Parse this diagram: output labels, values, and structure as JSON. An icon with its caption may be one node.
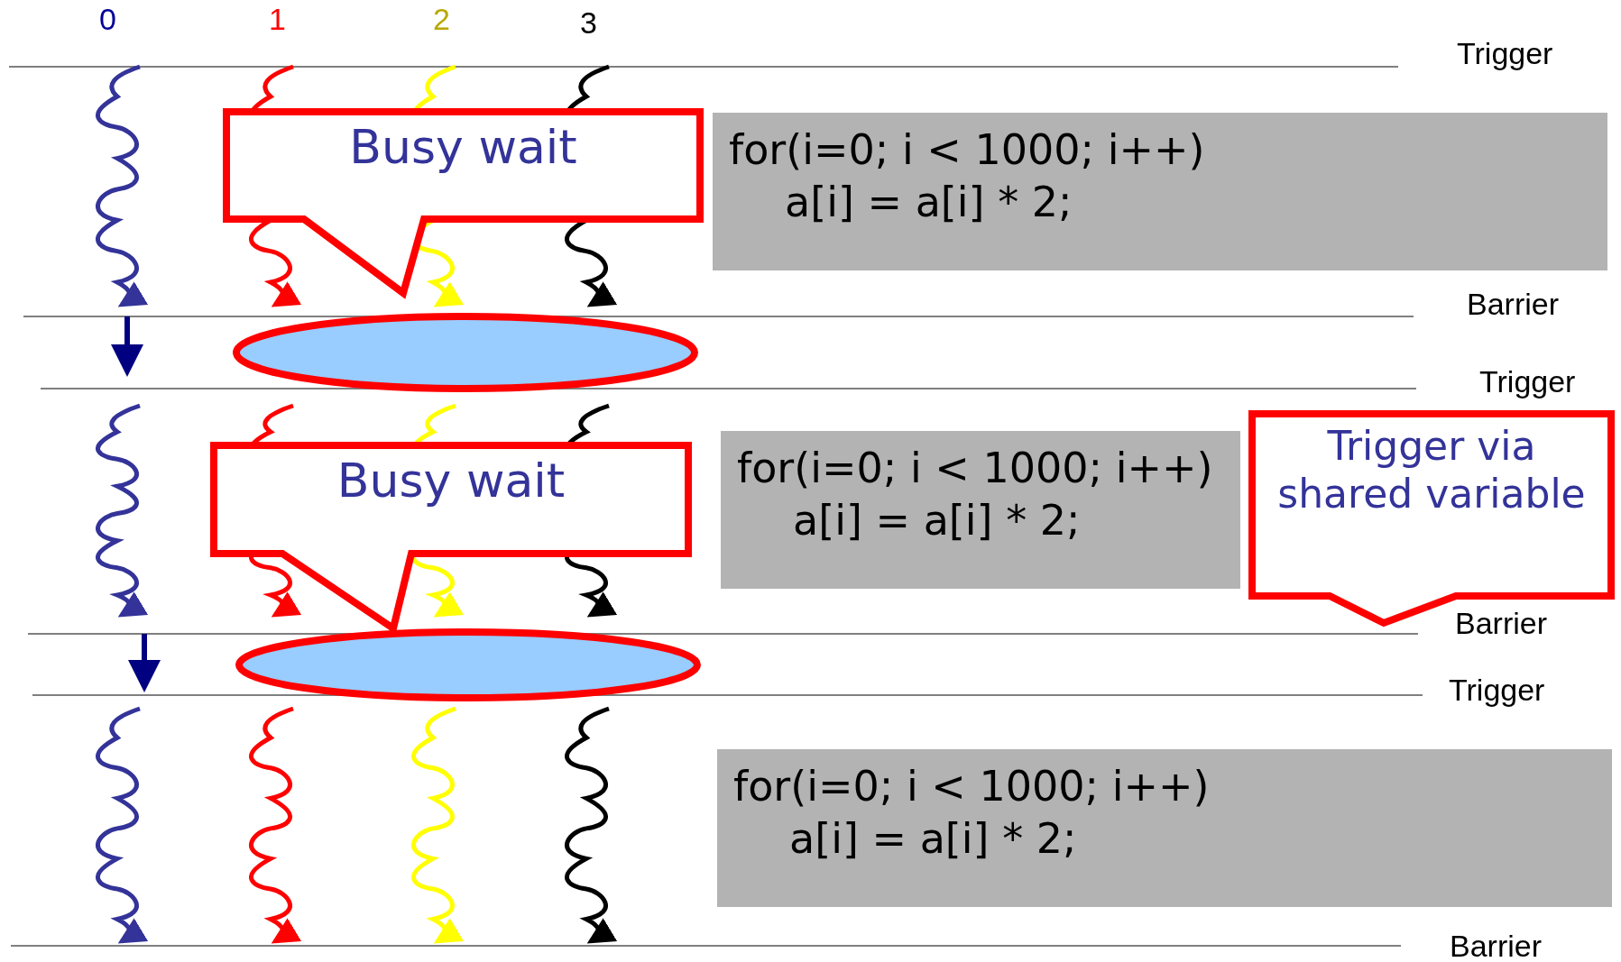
{
  "diagram": {
    "nodes": [
      {
        "text": [
          "Busy wait"
        ]
      },
      {
        "text": [
          "for(i=0; i < 1000; i++)",
          "a[i] = a[i] * 2;"
        ]
      },
      {
        "text": [],
        "shape": "ellipse"
      },
      {
        "text": [
          "Busy wait"
        ]
      },
      {
        "text": [
          "for(i=0; i < 1000; i++)",
          "a[i] = a[i] * 2;"
        ]
      },
      {
        "text": [
          "Trigger via shared variable"
        ]
      },
      {
        "text": [],
        "shape": "ellipse"
      },
      {
        "text": [
          "for(i=0; i < 1000; i++)",
          "a[i] = a[i] * 2;"
        ]
      }
    ],
    "labels": [
      "0",
      "1",
      "2",
      "3",
      "Trigger",
      "Barrier",
      "Trigger",
      "Barrier",
      "Trigger",
      "Barrier"
    ]
  }
}
